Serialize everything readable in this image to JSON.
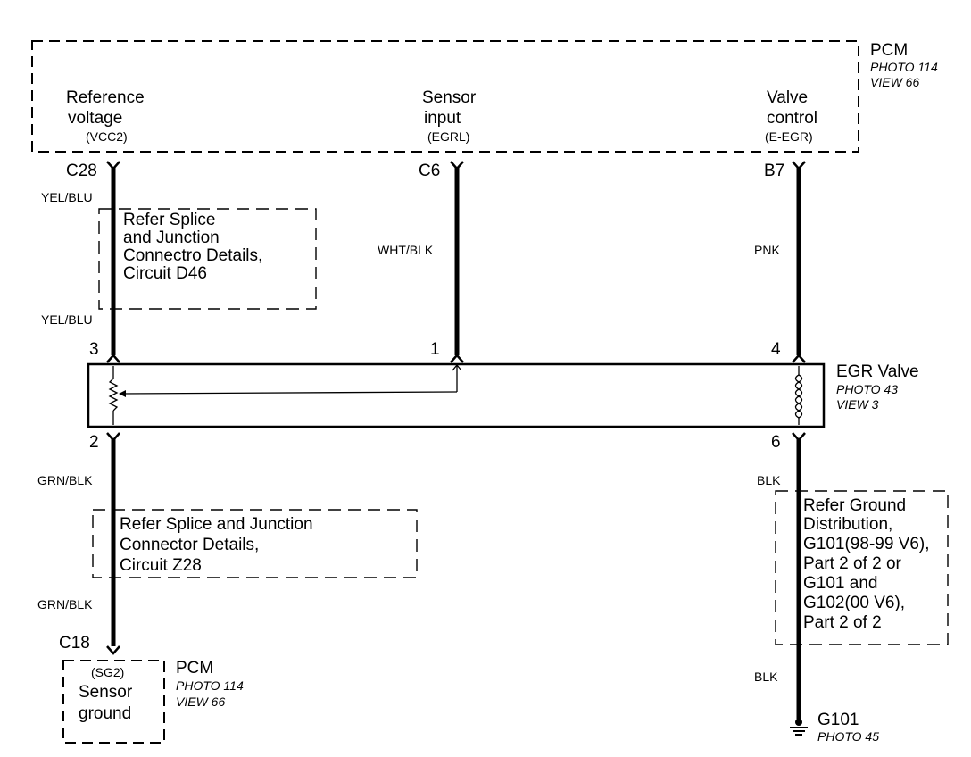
{
  "pcm_top": {
    "title": "PCM",
    "photo": "PHOTO 114",
    "view": "VIEW 66",
    "terminals": [
      {
        "line1": "Reference",
        "line2": "voltage",
        "code": "(VCC2)",
        "pin": "C28"
      },
      {
        "line1": "Sensor",
        "line2": "input",
        "code": "(EGRL)",
        "pin": "C6"
      },
      {
        "line1": "Valve",
        "line2": "control",
        "code": "(E-EGR)",
        "pin": "B7"
      }
    ]
  },
  "wires": {
    "left_upper_top": "YEL/BLU",
    "left_upper_bottom": "YEL/BLU",
    "middle": "WHT/BLK",
    "right_upper": "PNK",
    "left_lower_top": "GRN/BLK",
    "left_lower_bottom": "GRN/BLK",
    "right_lower_top": "BLK",
    "right_lower_bottom": "BLK"
  },
  "splice_note_1": {
    "lines": [
      "Refer Splice",
      "and Junction",
      "Connectro Details,",
      "Circuit D46"
    ]
  },
  "splice_note_2": {
    "lines": [
      "Refer Splice and Junction",
      "Connector Details,",
      "Circuit Z28"
    ]
  },
  "ground_note": {
    "lines": [
      "Refer Ground",
      "Distribution,",
      "G101(98-99 V6),",
      "Part 2 of 2 or",
      "G101 and",
      "G102(00 V6),",
      "Part 2 of 2"
    ]
  },
  "egr_valve": {
    "title": "EGR Valve",
    "photo": "PHOTO 43",
    "view": "VIEW 3",
    "pins_top": [
      "3",
      "1",
      "4"
    ],
    "pins_bottom": [
      "2",
      "6"
    ]
  },
  "pcm_bottom": {
    "pin": "C18",
    "code": "(SG2)",
    "line1": "Sensor",
    "line2": "ground",
    "title": "PCM",
    "photo": "PHOTO 114",
    "view": "VIEW 66"
  },
  "ground": {
    "name": "G101",
    "photo": "PHOTO 45"
  }
}
